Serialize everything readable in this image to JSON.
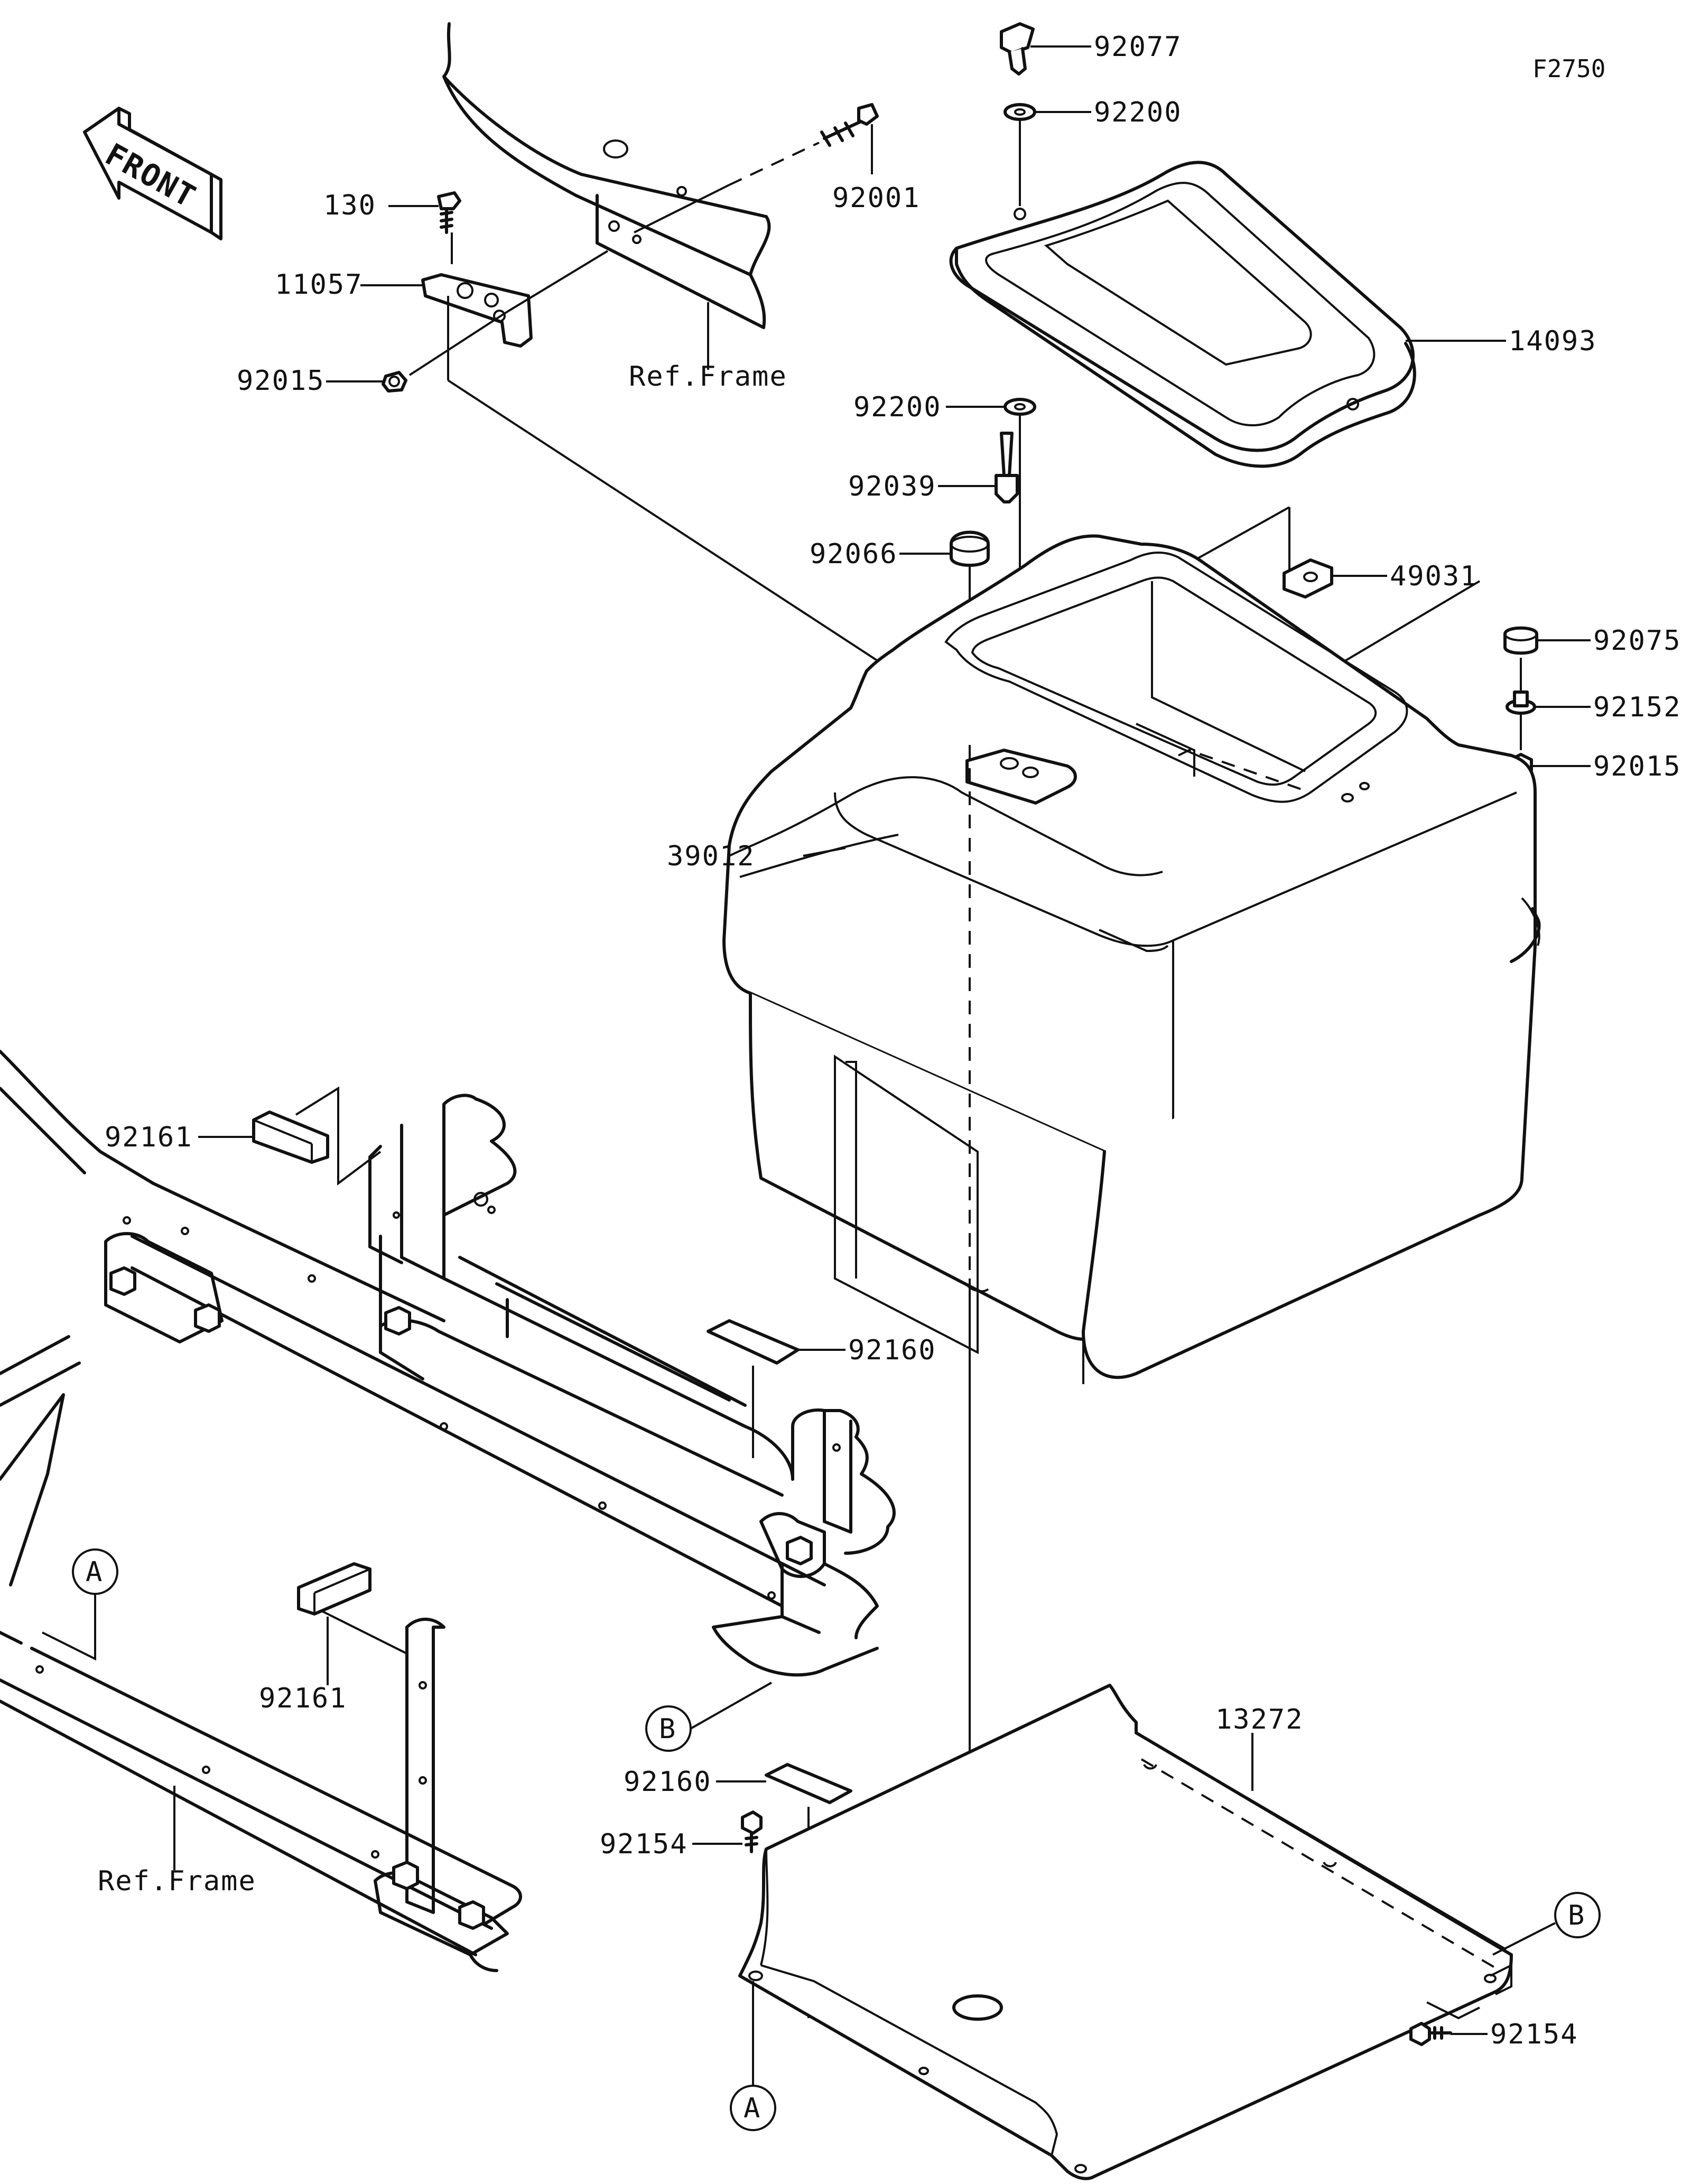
{
  "figure_code": "F2750",
  "front_arrow_label": "FRONT",
  "ref_labels": {
    "frame_top": "Ref.Frame",
    "frame_bottom": "Ref.Frame"
  },
  "callouts": {
    "A": "A",
    "B": "B"
  },
  "parts": {
    "p92077": "92077",
    "p92200_top": "92200",
    "p92001": "92001",
    "p130": "130",
    "p11057": "11057",
    "p92015_left": "92015",
    "p14093": "14093",
    "p92200_mid": "92200",
    "p92039": "92039",
    "p92066": "92066",
    "p49031": "49031",
    "p92075": "92075",
    "p92152": "92152",
    "p92015_right": "92015",
    "p39012": "39012",
    "p92161_top": "92161",
    "p92160_mid": "92160",
    "p92161_bottom": "92161",
    "p13272": "13272",
    "p92160_low": "92160",
    "p92154_left": "92154",
    "p92154_right": "92154"
  }
}
